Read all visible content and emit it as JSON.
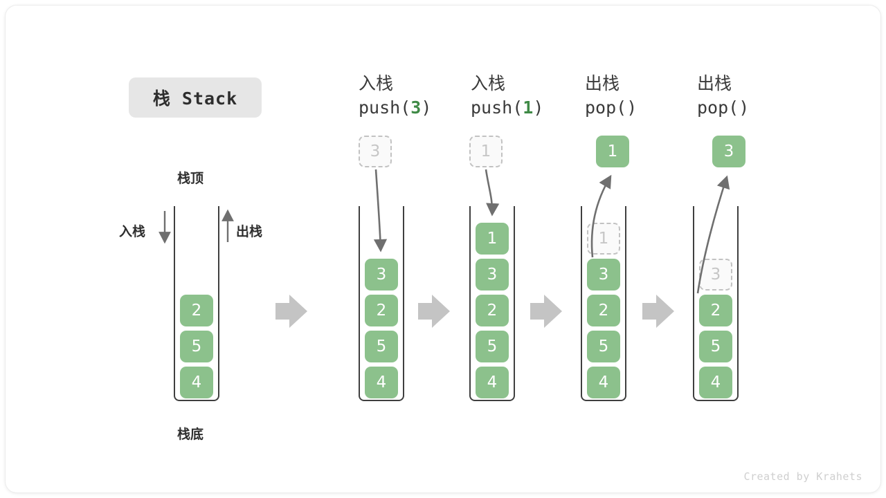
{
  "title_badge": {
    "label": "栈 Stack"
  },
  "watermark": {
    "text": "Created by Krahets"
  },
  "legend": {
    "top_label": "栈顶",
    "bottom_label": "栈底",
    "push_label": "入栈",
    "pop_label": "出栈"
  },
  "colors": {
    "element_green": "#8cc18c",
    "accent_green": "#3f8a46",
    "ghost_gray": "#c2c2c2",
    "arrow_gray": "#6f6f6f",
    "block_arrow_gray": "#c4c4c4",
    "badge_bg": "#e6e6e6",
    "text_dark": "#2e2e2e"
  },
  "columns": [
    {
      "id": "initial",
      "header_cn": "",
      "header_code": "",
      "stack": [
        "2",
        "5",
        "4"
      ],
      "ghost_index": null,
      "float_box": null
    },
    {
      "id": "push-3",
      "header_cn": "入栈",
      "header_code_prefix": "push(",
      "header_code_arg": "3",
      "header_code_suffix": ")",
      "stack": [
        "3",
        "2",
        "5",
        "4"
      ],
      "ghost_index": null,
      "float_box": {
        "value": "3",
        "style": "ghost"
      },
      "arrow": "down-into-stack"
    },
    {
      "id": "push-1",
      "header_cn": "入栈",
      "header_code_prefix": "push(",
      "header_code_arg": "1",
      "header_code_suffix": ")",
      "stack": [
        "1",
        "3",
        "2",
        "5",
        "4"
      ],
      "ghost_index": null,
      "float_box": {
        "value": "1",
        "style": "ghost"
      },
      "arrow": "down-into-stack"
    },
    {
      "id": "pop-1",
      "header_cn": "出栈",
      "header_code_prefix": "pop(",
      "header_code_arg": "",
      "header_code_suffix": ")",
      "stack": [
        "1",
        "3",
        "2",
        "5",
        "4"
      ],
      "ghost_index": 0,
      "float_box": {
        "value": "1",
        "style": "solid"
      },
      "arrow": "up-out-of-stack"
    },
    {
      "id": "pop-3",
      "header_cn": "出栈",
      "header_code_prefix": "pop(",
      "header_code_arg": "",
      "header_code_suffix": ")",
      "stack": [
        "3",
        "2",
        "5",
        "4"
      ],
      "ghost_index": 0,
      "float_box": {
        "value": "3",
        "style": "solid"
      },
      "arrow": "up-out-of-stack"
    }
  ],
  "separators": [
    {
      "id": "sep-1"
    },
    {
      "id": "sep-2"
    },
    {
      "id": "sep-3"
    },
    {
      "id": "sep-4"
    }
  ]
}
